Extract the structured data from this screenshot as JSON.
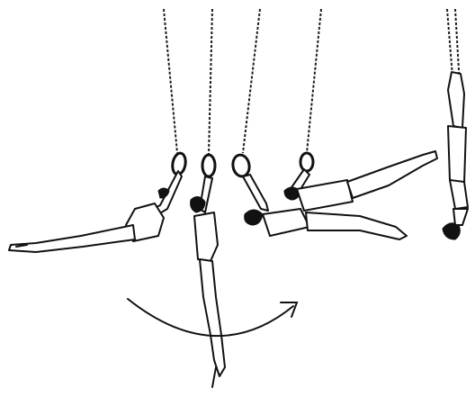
{
  "illustration": {
    "subject": "gymnast-rings-swing-sequence",
    "style": "black-and-white-line-drawing",
    "figure_count": 5,
    "ink_color": "#111111",
    "background_color": "#ffffff"
  }
}
